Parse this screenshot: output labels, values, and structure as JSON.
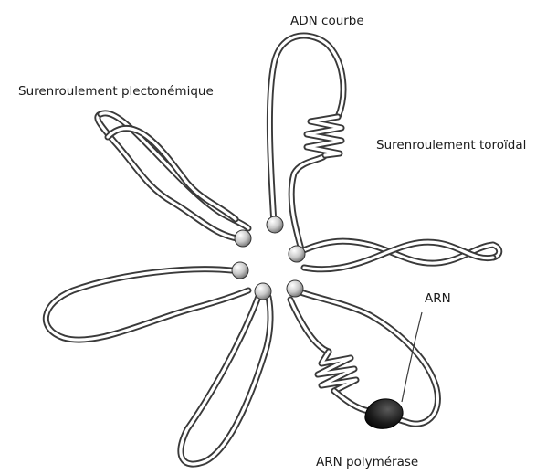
{
  "labels": {
    "bent_dna": "ADN courbe",
    "plectonemic": "Surenroulement plectonémique",
    "toroidal": "Surenroulement toroïdal",
    "rna": "ARN",
    "polymerase": "ARN polymérase"
  },
  "colors": {
    "strand": "#3a3a3a",
    "bead_light": "#ffffff",
    "bead_dark": "#7a7a7a",
    "polymerase": "#111111"
  }
}
